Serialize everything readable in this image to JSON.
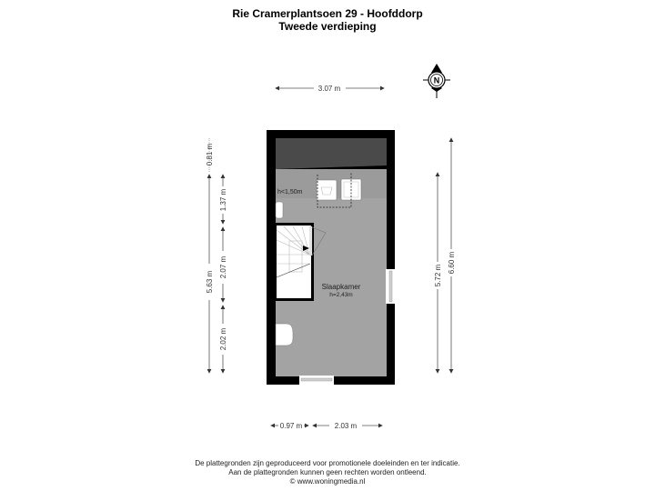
{
  "header": {
    "title": "Rie Cramerplantsoen 29 - Hoofddorp",
    "subtitle": "Tweede verdieping"
  },
  "compass": {
    "label": "N"
  },
  "dimensions": {
    "top_width": "3.07 m",
    "left_outer_total": "5.63 m",
    "left_outer_top": "0.81 m",
    "left_inner_top": "1.37 m",
    "left_inner_middle": "2.07 m",
    "left_inner_bottom": "2.02 m",
    "right_inner": "5.72 m",
    "right_outer": "6.60 m",
    "bottom_left": "0.97 m",
    "bottom_right": "2.03 m"
  },
  "rooms": [
    {
      "name": "Slaapkamer",
      "height": "h=2,43m"
    }
  ],
  "annotations": {
    "low_ceiling": "h<1,50m"
  },
  "footer": {
    "line1": "De plattegronden zijn geproduceerd voor promotionele doeleinden en ter indicatie.",
    "line2": "Aan de plattegronden kunnen geen rechten worden ontleend.",
    "line3": "© www.woningmedia.nl"
  },
  "colors": {
    "wall": "#000000",
    "floor": "#a3a3a3",
    "low_area": "#4a4a4a",
    "stair": "#ffffff",
    "dimension_line": "#555555"
  }
}
